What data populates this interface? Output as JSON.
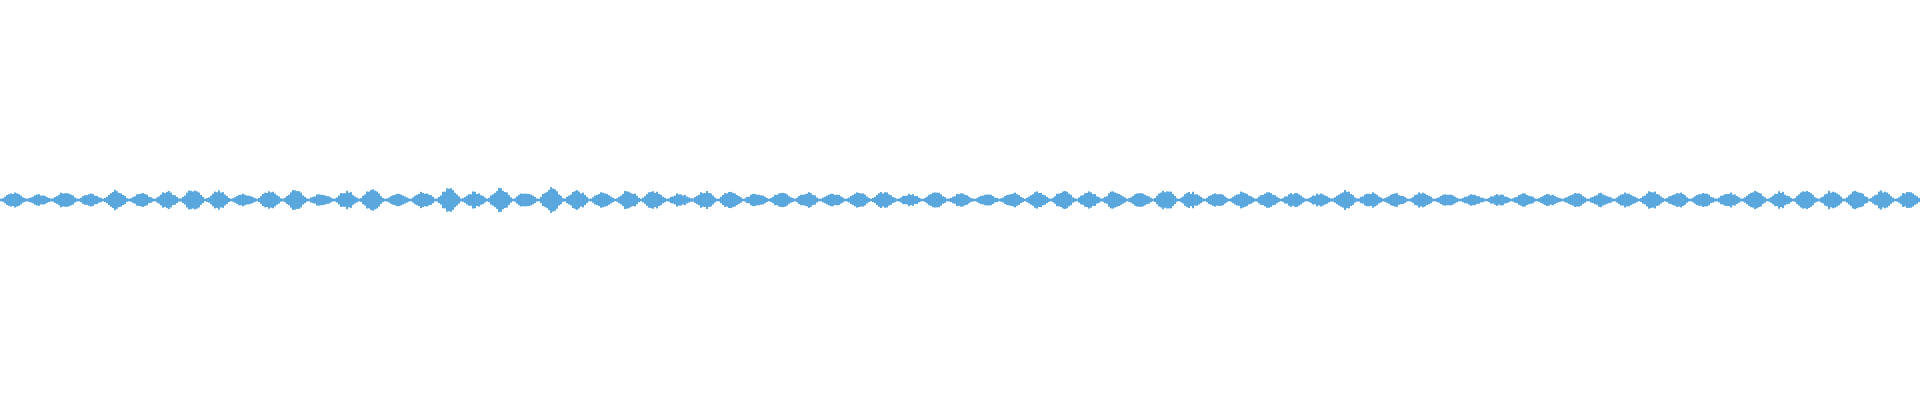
{
  "waveform": {
    "color": "#5aa7de",
    "background": "#ffffff",
    "beat_amplitudes": [
      0.55,
      0.42,
      0.62,
      0.48,
      0.74,
      0.52,
      0.66,
      0.78,
      0.7,
      0.46,
      0.7,
      0.74,
      0.5,
      0.66,
      0.82,
      0.48,
      0.62,
      0.86,
      0.62,
      0.88,
      0.6,
      0.96,
      0.74,
      0.56,
      0.72,
      0.68,
      0.48,
      0.68,
      0.72,
      0.52,
      0.62,
      0.58,
      0.5,
      0.58,
      0.62,
      0.46,
      0.58,
      0.5,
      0.46,
      0.56,
      0.62,
      0.68,
      0.62,
      0.66,
      0.58,
      0.76,
      0.6,
      0.52,
      0.6,
      0.62,
      0.54,
      0.48,
      0.74,
      0.58,
      0.5,
      0.6,
      0.48,
      0.42,
      0.46,
      0.5,
      0.46,
      0.56,
      0.52,
      0.54,
      0.68,
      0.58,
      0.54,
      0.58,
      0.74,
      0.64,
      0.66,
      0.68,
      0.7,
      0.7,
      0.64
    ]
  }
}
